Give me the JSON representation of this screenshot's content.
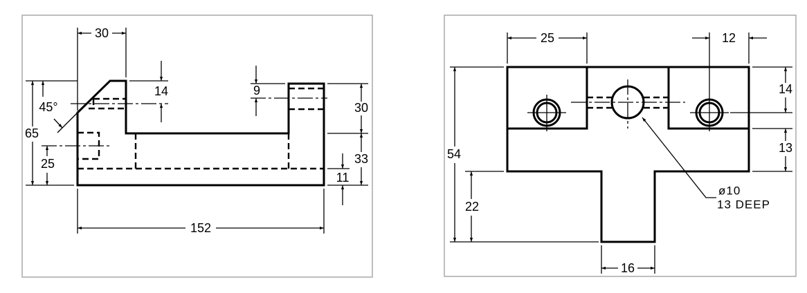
{
  "front_view": {
    "dimensions": {
      "top_width": "30",
      "slot_depth": "14",
      "hole_offset": "9",
      "upright_height": "30",
      "base_height": "33",
      "floor_thickness": "11",
      "overall_height": "65",
      "chamfer_angle": "45°",
      "side_hole_height": "25",
      "overall_length": "152"
    }
  },
  "top_view": {
    "dimensions": {
      "left_block_width": "25",
      "hole_edge_offset": "12",
      "hole_center_from_top": "14",
      "block_remaining": "13",
      "overall_depth": "54",
      "tab_length": "22",
      "tab_width": "16"
    },
    "callout": {
      "diameter": "ø10",
      "depth": "13 DEEP"
    }
  }
}
